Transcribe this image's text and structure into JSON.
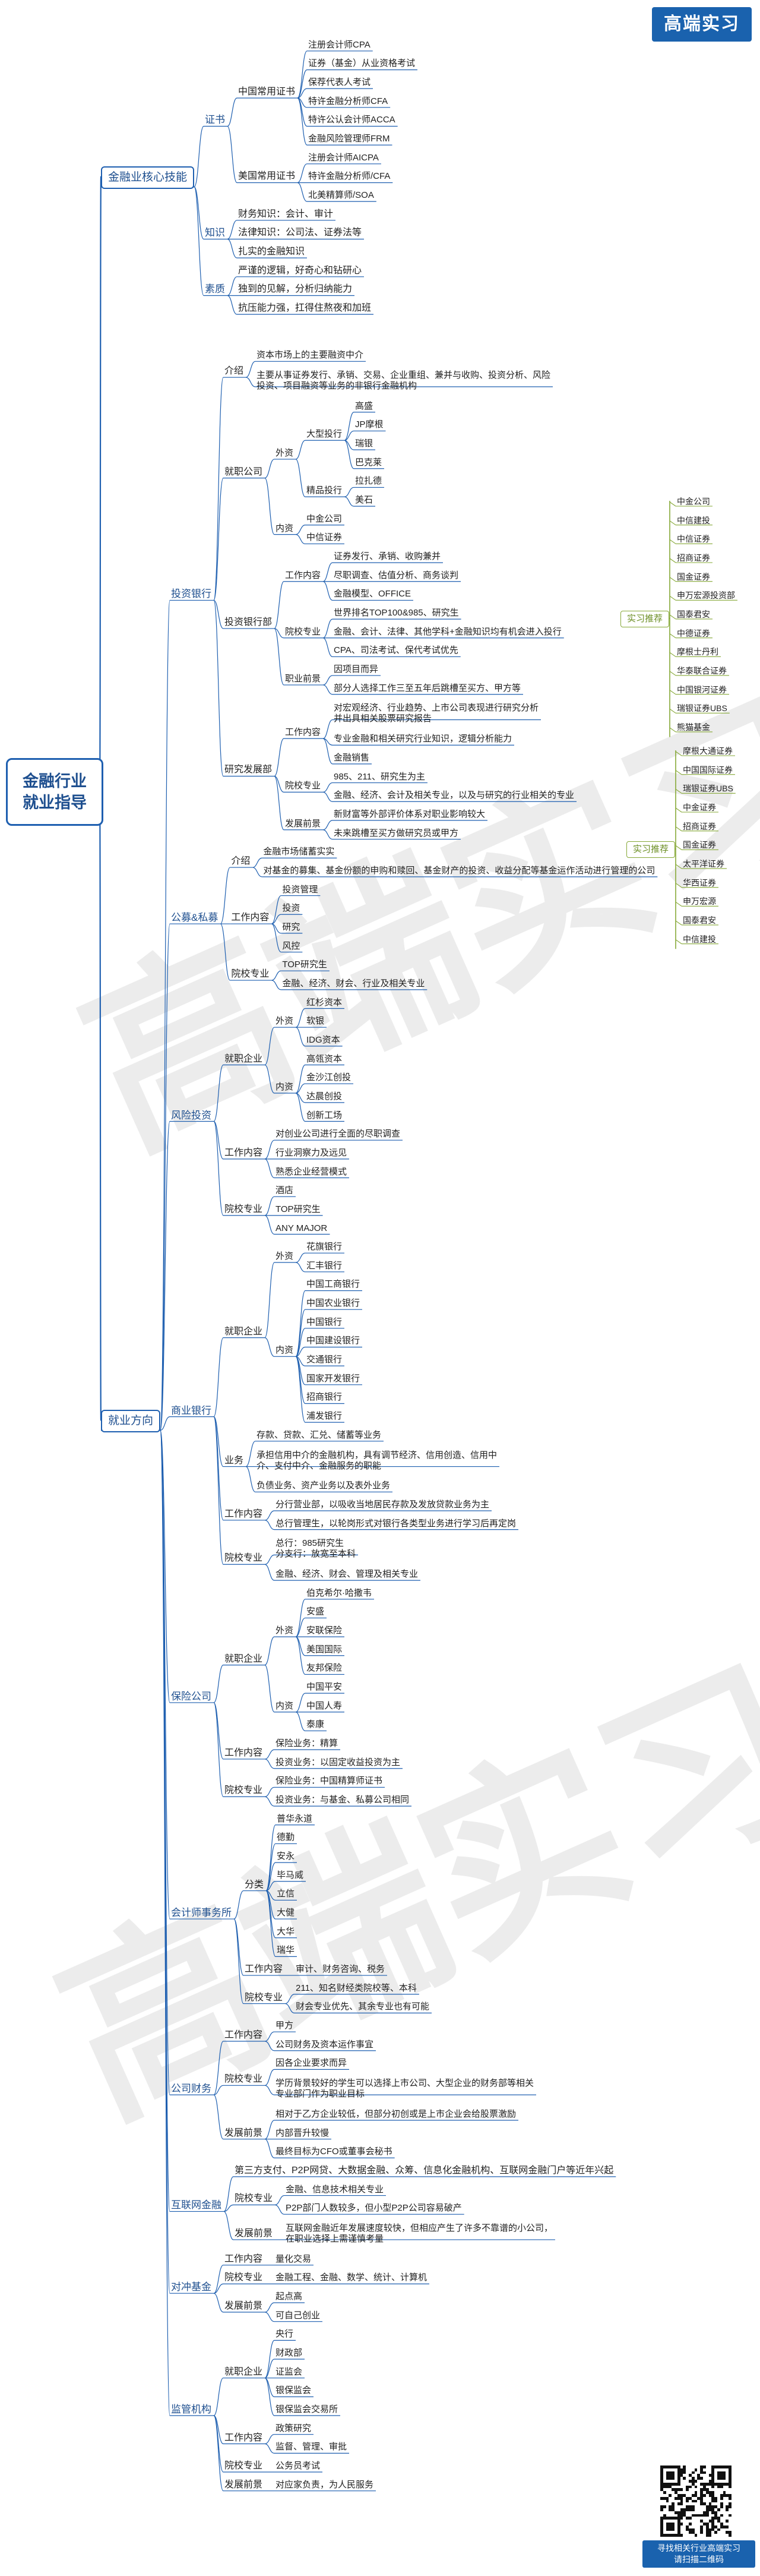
{
  "brand": {
    "logo_text": "高端实习",
    "watermark_text": "高端实习",
    "qr_caption": "寻找相关行业高端实习\n请扫描二维码"
  },
  "root": {
    "label": "金融行业\n就业指导"
  },
  "colors": {
    "branch": "#1e5fb0",
    "accent_green": "#86a837",
    "text": "#1f1f1f"
  },
  "sections": [
    {
      "label": "金融业核心技能",
      "children": [
        {
          "label": "证书",
          "children": [
            {
              "label": "中国常用证书",
              "children": [
                {
                  "label": "注册会计师CPA"
                },
                {
                  "label": "证券（基金）从业资格考试"
                },
                {
                  "label": "保荐代表人考试"
                },
                {
                  "label": "特许金融分析师CFA"
                },
                {
                  "label": "特许公认会计师ACCA"
                },
                {
                  "label": "金融风险管理师FRM"
                }
              ]
            },
            {
              "label": "美国常用证书",
              "children": [
                {
                  "label": "注册会计师AICPA"
                },
                {
                  "label": "特许金融分析师/CFA"
                },
                {
                  "label": "北美精算师/SOA"
                }
              ]
            }
          ]
        },
        {
          "label": "知识",
          "children": [
            {
              "label": "财务知识：会计、审计"
            },
            {
              "label": "法律知识：公司法、证券法等"
            },
            {
              "label": "扎实的金融知识"
            }
          ]
        },
        {
          "label": "素质",
          "children": [
            {
              "label": "严谨的逻辑，好奇心和钻研心"
            },
            {
              "label": "独到的见解，分析归纳能力"
            },
            {
              "label": "抗压能力强，扛得住熬夜和加班"
            }
          ]
        }
      ]
    },
    {
      "label": "就业方向",
      "children": [
        {
          "label": "投资银行",
          "children": [
            {
              "label": "介绍",
              "children": [
                {
                  "label": "资本市场上的主要融资中介"
                },
                {
                  "label": "主要从事证券发行、承销、交易、企业重组、兼并与收购、投资分析、风险\n投资、项目融资等业务的非银行金融机构"
                }
              ]
            },
            {
              "label": "就职公司",
              "children": [
                {
                  "label": "外资",
                  "children": [
                    {
                      "label": "大型投行",
                      "children": [
                        {
                          "label": "高盛"
                        },
                        {
                          "label": "JP摩根"
                        },
                        {
                          "label": "瑞银"
                        },
                        {
                          "label": "巴克莱"
                        }
                      ]
                    },
                    {
                      "label": "精品投行",
                      "children": [
                        {
                          "label": "拉扎德"
                        },
                        {
                          "label": "美石"
                        }
                      ]
                    }
                  ]
                },
                {
                  "label": "内资",
                  "children": [
                    {
                      "label": "中金公司"
                    },
                    {
                      "label": "中信证券"
                    }
                  ]
                }
              ]
            },
            {
              "label": "投资银行部",
              "children": [
                {
                  "label": "工作内容",
                  "children": [
                    {
                      "label": "证券发行、承销、收购兼并"
                    },
                    {
                      "label": "尽职调查、估值分析、商务谈判"
                    },
                    {
                      "label": "金融模型、OFFICE"
                    }
                  ]
                },
                {
                  "label": "院校专业",
                  "children": [
                    {
                      "label": "世界排名TOP100&985、研究生"
                    },
                    {
                      "label": "金融、会计、法律、其他学科+金融知识均有机会进入投行"
                    },
                    {
                      "label": "CPA、司法考试、保代考试优先"
                    }
                  ]
                },
                {
                  "label": "职业前景",
                  "children": [
                    {
                      "label": "因项目而异"
                    },
                    {
                      "label": "部分人选择工作三至五年后跳槽至买方、甲方等"
                    }
                  ]
                }
              ]
            },
            {
              "label": "研究发展部",
              "children": [
                {
                  "label": "工作内容",
                  "children": [
                    {
                      "label": "对宏观经济、行业趋势、上市公司表现进行研究分析\n并出具相关股票研究报告"
                    },
                    {
                      "label": "专业金融和相关研究行业知识，逻辑分析能力"
                    },
                    {
                      "label": "金融销售"
                    }
                  ]
                },
                {
                  "label": "院校专业",
                  "children": [
                    {
                      "label": "985、211、研究生为主"
                    },
                    {
                      "label": "金融、经济、会计及相关专业，以及与研究的行业相关的专业"
                    }
                  ]
                },
                {
                  "label": "发展前景",
                  "children": [
                    {
                      "label": "新财富等外部评价体系对职业影响较大"
                    },
                    {
                      "label": "未来跳槽至买方做研究员或甲方"
                    }
                  ]
                }
              ]
            }
          ]
        },
        {
          "label": "公募&私募",
          "children": [
            {
              "label": "介绍",
              "children": [
                {
                  "label": "金融市场储蓄实实"
                },
                {
                  "label": "对基金的募集、基金份额的申购和赎回、基金财产的投资、收益分配等基金运作活动进行管理的公司"
                }
              ]
            },
            {
              "label": "工作内容",
              "children": [
                {
                  "label": "投资管理"
                },
                {
                  "label": "投资"
                },
                {
                  "label": "研究"
                },
                {
                  "label": "风控"
                }
              ]
            },
            {
              "label": "院校专业",
              "children": [
                {
                  "label": "TOP研究生"
                },
                {
                  "label": "金融、经济、财会、行业及相关专业"
                }
              ]
            }
          ]
        },
        {
          "label": "风险投资",
          "children": [
            {
              "label": "就职企业",
              "children": [
                {
                  "label": "外资",
                  "children": [
                    {
                      "label": "红杉资本"
                    },
                    {
                      "label": "软银"
                    },
                    {
                      "label": "IDG资本"
                    }
                  ]
                },
                {
                  "label": "内资",
                  "children": [
                    {
                      "label": "高瓴资本"
                    },
                    {
                      "label": "金沙江创投"
                    },
                    {
                      "label": "达晨创投"
                    },
                    {
                      "label": "创新工场"
                    }
                  ]
                }
              ]
            },
            {
              "label": "工作内容",
              "children": [
                {
                  "label": "对创业公司进行全面的尽职调查"
                },
                {
                  "label": "行业洞察力及远见"
                },
                {
                  "label": "熟悉企业经营模式"
                }
              ]
            },
            {
              "label": "院校专业",
              "children": [
                {
                  "label": "酒店"
                },
                {
                  "label": "TOP研究生"
                },
                {
                  "label": "ANY MAJOR"
                }
              ]
            }
          ]
        },
        {
          "label": "商业银行",
          "children": [
            {
              "label": "就职企业",
              "children": [
                {
                  "label": "外资",
                  "children": [
                    {
                      "label": "花旗银行"
                    },
                    {
                      "label": "汇丰银行"
                    }
                  ]
                },
                {
                  "label": "内资",
                  "children": [
                    {
                      "label": "中国工商银行"
                    },
                    {
                      "label": "中国农业银行"
                    },
                    {
                      "label": "中国银行"
                    },
                    {
                      "label": "中国建设银行"
                    },
                    {
                      "label": "交通银行"
                    },
                    {
                      "label": "国家开发银行"
                    },
                    {
                      "label": "招商银行"
                    },
                    {
                      "label": "浦发银行"
                    }
                  ]
                }
              ]
            },
            {
              "label": "业务",
              "children": [
                {
                  "label": "存款、贷款、汇兑、储蓄等业务"
                },
                {
                  "label": "承担信用中介的金融机构，具有调节经济、信用创造、信用中\n介、支付中介、金融服务的职能"
                },
                {
                  "label": "负债业务、资产业务以及表外业务"
                }
              ]
            },
            {
              "label": "工作内容",
              "children": [
                {
                  "label": "分行营业部，以吸收当地居民存款及发放贷款业务为主"
                },
                {
                  "label": "总行管理生，以轮岗形式对银行各类型业务进行学习后再定岗"
                }
              ]
            },
            {
              "label": "院校专业",
              "children": [
                {
                  "label": "总行：985研究生\n分支行：放宽至本科"
                },
                {
                  "label": "金融、经济、财会、管理及相关专业"
                }
              ]
            }
          ]
        },
        {
          "label": "保险公司",
          "children": [
            {
              "label": "就职企业",
              "children": [
                {
                  "label": "外资",
                  "children": [
                    {
                      "label": "伯克希尔·哈撒韦"
                    },
                    {
                      "label": "安盛"
                    },
                    {
                      "label": "安联保险"
                    },
                    {
                      "label": "美国国际"
                    },
                    {
                      "label": "友邦保险"
                    }
                  ]
                },
                {
                  "label": "内资",
                  "children": [
                    {
                      "label": "中国平安"
                    },
                    {
                      "label": "中国人寿"
                    },
                    {
                      "label": "泰康"
                    }
                  ]
                }
              ]
            },
            {
              "label": "工作内容",
              "children": [
                {
                  "label": "保险业务：精算"
                },
                {
                  "label": "投资业务：以固定收益投资为主"
                }
              ]
            },
            {
              "label": "院校专业",
              "children": [
                {
                  "label": "保险业务：中国精算师证书"
                },
                {
                  "label": "投资业务：与基金、私募公司相同"
                }
              ]
            }
          ]
        },
        {
          "label": "会计师事务所",
          "children": [
            {
              "label": "分类",
              "children": [
                {
                  "label": "普华永道"
                },
                {
                  "label": "德勤"
                },
                {
                  "label": "安永"
                },
                {
                  "label": "毕马威"
                },
                {
                  "label": "立信"
                },
                {
                  "label": "大健"
                },
                {
                  "label": "大华"
                },
                {
                  "label": "瑞华"
                }
              ]
            },
            {
              "label": "工作内容",
              "children": [
                {
                  "label": "审计、财务咨询、税务"
                }
              ]
            },
            {
              "label": "院校专业",
              "children": [
                {
                  "label": "211、知名财经类院校等、本科"
                },
                {
                  "label": "财会专业优先、其余专业也有可能"
                }
              ]
            }
          ]
        },
        {
          "label": "公司财务",
          "children": [
            {
              "label": "工作内容",
              "children": [
                {
                  "label": "甲方"
                },
                {
                  "label": "公司财务及资本运作事宜"
                }
              ]
            },
            {
              "label": "院校专业",
              "children": [
                {
                  "label": "因各企业要求而异"
                },
                {
                  "label": "学历背景较好的学生可以选择上市公司、大型企业的财务部等相关\n专业部门作为职业目标"
                }
              ]
            },
            {
              "label": "发展前景",
              "children": [
                {
                  "label": "相对于乙方企业较低，但部分初创或是上市企业会给股票激励"
                },
                {
                  "label": "内部晋升较慢"
                },
                {
                  "label": "最终目标为CFO或董事会秘书"
                }
              ]
            }
          ]
        },
        {
          "label": "互联网金融",
          "children": [
            {
              "label": "第三方支付、P2P网贷、大数据金融、众筹、信息化金融机构、互联网金融门户等近年兴起"
            },
            {
              "label": "院校专业",
              "children": [
                {
                  "label": "金融、信息技术相关专业"
                },
                {
                  "label": "P2P部门人数较多，但小型P2P公司容易破产"
                }
              ]
            },
            {
              "label": "发展前景",
              "children": [
                {
                  "label": "互联网金融近年发展速度较快，但相应产生了许多不靠谱的小公司，\n在职业选择上需谨慎考量"
                }
              ]
            }
          ]
        },
        {
          "label": "对冲基金",
          "children": [
            {
              "label": "工作内容",
              "children": [
                {
                  "label": "量化交易"
                }
              ]
            },
            {
              "label": "院校专业",
              "children": [
                {
                  "label": "金融工程、金融、数学、统计、计算机"
                }
              ]
            },
            {
              "label": "发展前景",
              "children": [
                {
                  "label": "起点高"
                },
                {
                  "label": "可自己创业"
                }
              ]
            }
          ]
        },
        {
          "label": "监管机构",
          "children": [
            {
              "label": "就职企业",
              "children": [
                {
                  "label": "央行"
                },
                {
                  "label": "财政部"
                },
                {
                  "label": "证监会"
                },
                {
                  "label": "银保监会"
                },
                {
                  "label": "银保监会交易所"
                }
              ]
            },
            {
              "label": "工作内容",
              "children": [
                {
                  "label": "政策研究"
                },
                {
                  "label": "监督、管理、审批"
                }
              ]
            },
            {
              "label": "院校专业",
              "children": [
                {
                  "label": "公务员考试"
                }
              ]
            },
            {
              "label": "发展前景",
              "children": [
                {
                  "label": "对应家负责，为人民服务"
                }
              ]
            }
          ]
        }
      ]
    }
  ],
  "side_groups": [
    {
      "tag": "实习推荐",
      "items": [
        "中金公司",
        "中信建投",
        "中信证券",
        "招商证券",
        "国金证券",
        "申万宏源投资部",
        "国泰君安",
        "中德证券",
        "摩根士丹利",
        "华泰联合证券",
        "中国银河证券",
        "瑞银证券UBS",
        "熊猫基金"
      ]
    },
    {
      "tag": "实习推荐",
      "items": [
        "摩根大通证券",
        "中国国际证券",
        "瑞银证券UBS",
        "中金证券",
        "招商证券",
        "国金证券",
        "太平洋证券",
        "华西证券",
        "申万宏源",
        "国泰君安",
        "中信建投"
      ]
    }
  ]
}
